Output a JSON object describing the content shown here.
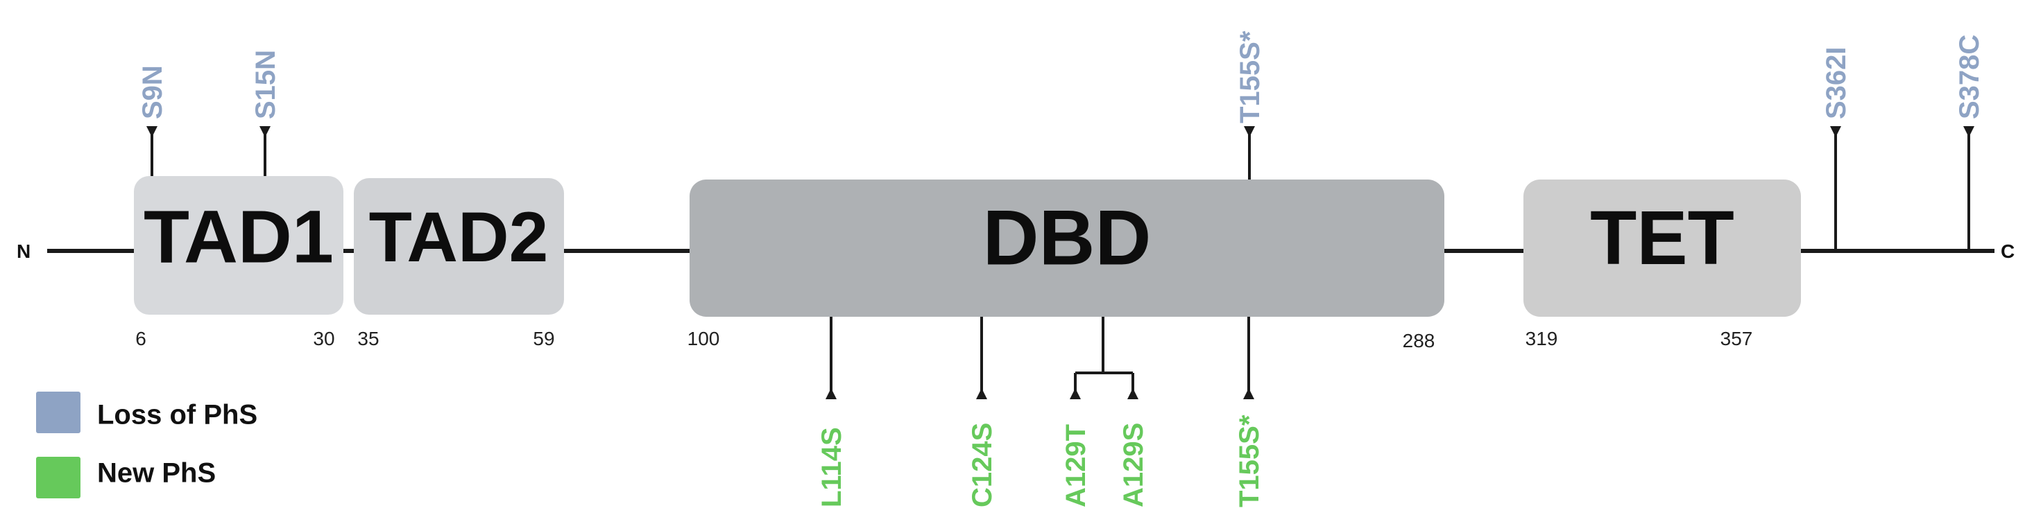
{
  "protein": {
    "n_terminus": "N",
    "c_terminus": "C"
  },
  "colors": {
    "backbone": "#1a1a1a",
    "loss_of_phs": "#8ea3c4",
    "new_phs": "#66c95b",
    "tad1_fill": "#d7d9dc",
    "tad2_fill": "#d0d2d5",
    "dbd_fill": "#aeb1b4",
    "tet_fill": "#cdcdcd"
  },
  "domains": [
    {
      "id": "tad1",
      "label": "TAD1",
      "start": "6",
      "end": "30"
    },
    {
      "id": "tad2",
      "label": "TAD2",
      "start": "35",
      "end": "59"
    },
    {
      "id": "dbd",
      "label": "DBD",
      "start": "100",
      "end": "288"
    },
    {
      "id": "tet",
      "label": "TET",
      "start": "319",
      "end": "357"
    }
  ],
  "mutations_loss": [
    {
      "id": "s9n",
      "label": "S9N"
    },
    {
      "id": "s15n",
      "label": "S15N"
    },
    {
      "id": "t155s-top",
      "label": "T155S*"
    },
    {
      "id": "s362i",
      "label": "S362I"
    },
    {
      "id": "s378c",
      "label": "S378C"
    }
  ],
  "mutations_new": [
    {
      "id": "l114s",
      "label": "L114S"
    },
    {
      "id": "c124s",
      "label": "C124S"
    },
    {
      "id": "a129t",
      "label": "A129T"
    },
    {
      "id": "a129s",
      "label": "A129S"
    },
    {
      "id": "t155s-bottom",
      "label": "T155S*"
    }
  ],
  "legend": {
    "loss_label": "Loss of PhS",
    "new_label": "New PhS"
  }
}
